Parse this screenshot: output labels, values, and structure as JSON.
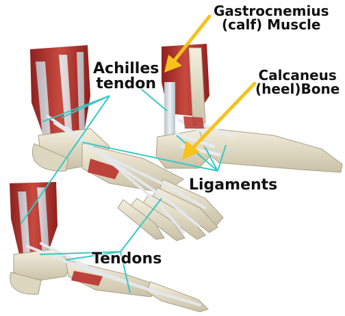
{
  "labels": {
    "gastrocnemius": {
      "line1": "Gastrocnemius",
      "line2": "(calf) Muscle"
    },
    "calcaneus": {
      "line1": "Calcaneus",
      "line2": "(heel)Bone"
    },
    "achilles": {
      "line1": "Achilles",
      "line2": "tendon"
    },
    "ligaments": "Ligaments",
    "tendons": "Tendons"
  },
  "colors": {
    "pointer_line": "#35c9c3",
    "arrow": "#f6c21c",
    "muscle": "#b8322c",
    "bone": "#e9e2cc",
    "tendon": "#d5dbe0"
  }
}
